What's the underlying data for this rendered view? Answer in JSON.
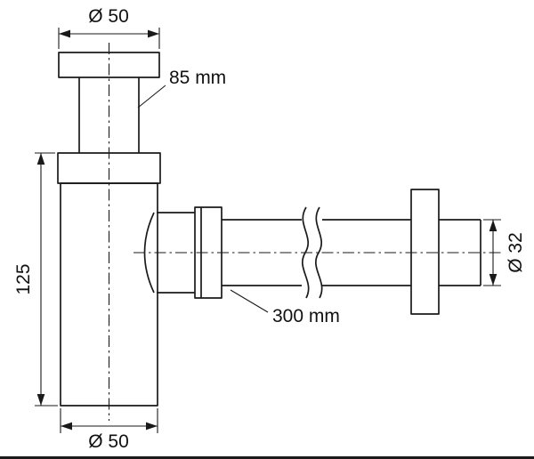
{
  "colors": {
    "line": "#1a1a1a",
    "background": "#ffffff"
  },
  "drawing": {
    "labels": {
      "top_diameter": "Ø 50",
      "inlet_length": "85 mm",
      "body_height": "125",
      "outlet_length": "300 mm",
      "outlet_diameter": "Ø 32",
      "bottom_diameter": "Ø 50"
    }
  }
}
